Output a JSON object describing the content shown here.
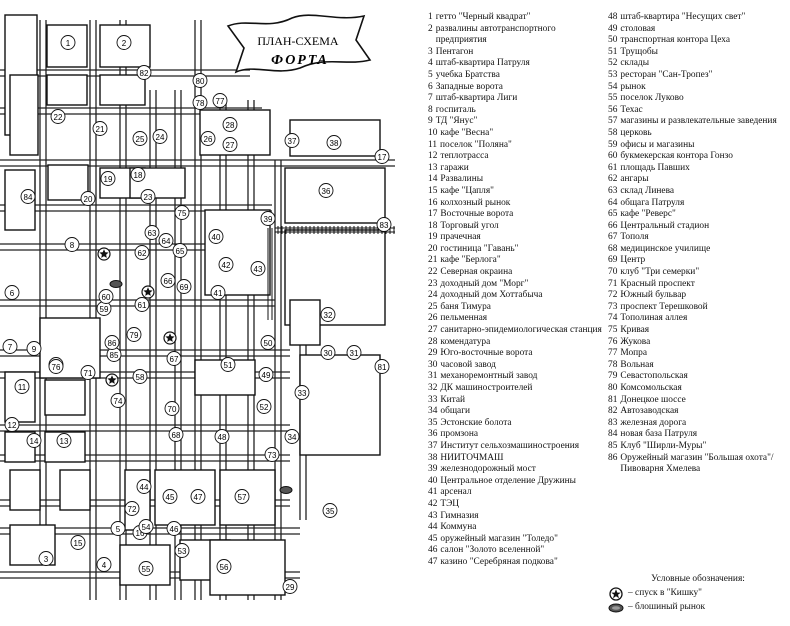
{
  "title": {
    "line1": "ПЛАН-СХЕМА",
    "line2": "ФОРТА"
  },
  "legend_col1": [
    {
      "num": "1",
      "text": "гетто \"Черный квадрат\""
    },
    {
      "num": "2",
      "text": "развалины автотранспортного предприятия"
    },
    {
      "num": "3",
      "text": "Пентагон"
    },
    {
      "num": "4",
      "text": "штаб-квартира Патруля"
    },
    {
      "num": "5",
      "text": "учебка Братства"
    },
    {
      "num": "6",
      "text": "Западные ворота"
    },
    {
      "num": "7",
      "text": "штаб-квартира Лиги"
    },
    {
      "num": "8",
      "text": "госпиталь"
    },
    {
      "num": "9",
      "text": "ТД \"Янус\""
    },
    {
      "num": "10",
      "text": "кафе \"Весна\""
    },
    {
      "num": "11",
      "text": "поселок \"Поляна\""
    },
    {
      "num": "12",
      "text": "теплотрасса"
    },
    {
      "num": "13",
      "text": "гаражи"
    },
    {
      "num": "14",
      "text": "Развалины"
    },
    {
      "num": "15",
      "text": "кафе \"Цапля\""
    },
    {
      "num": "16",
      "text": "колхозный рынок"
    },
    {
      "num": "17",
      "text": "Восточные ворота"
    },
    {
      "num": "18",
      "text": "Торговый угол"
    },
    {
      "num": "19",
      "text": "прачечная"
    },
    {
      "num": "20",
      "text": "гостиница \"Гавань\""
    },
    {
      "num": "21",
      "text": "кафе \"Берлога\""
    },
    {
      "num": "22",
      "text": "Северная окраина"
    },
    {
      "num": "23",
      "text": "доходный дом \"Морг\""
    },
    {
      "num": "24",
      "text": "доходный дом Хоттабыча"
    },
    {
      "num": "25",
      "text": "баня Тимура"
    },
    {
      "num": "26",
      "text": "пельменная"
    },
    {
      "num": "27",
      "text": "санитарно-эпидемиологическая станция"
    },
    {
      "num": "28",
      "text": "комендатура"
    },
    {
      "num": "29",
      "text": "Юго-восточные ворота"
    },
    {
      "num": "30",
      "text": "часовой завод"
    },
    {
      "num": "31",
      "text": "механоремонтный завод"
    },
    {
      "num": "32",
      "text": "ДК машиностроителей"
    },
    {
      "num": "33",
      "text": "Китай"
    },
    {
      "num": "34",
      "text": "общаги"
    },
    {
      "num": "35",
      "text": "Эстонские болота"
    },
    {
      "num": "36",
      "text": "промзона"
    },
    {
      "num": "37",
      "text": "Институт сельхозмашиностроения"
    },
    {
      "num": "38",
      "text": "НИИТОЧМАШ"
    },
    {
      "num": "39",
      "text": "железнодорожный мост"
    },
    {
      "num": "40",
      "text": "Центральное отделение Дружины"
    },
    {
      "num": "41",
      "text": "арсенал"
    },
    {
      "num": "42",
      "text": "ТЭЦ"
    },
    {
      "num": "43",
      "text": "Гимназия"
    },
    {
      "num": "44",
      "text": "Коммуна"
    },
    {
      "num": "45",
      "text": "оружейный магазин \"Толедо\""
    },
    {
      "num": "46",
      "text": "салон \"Золото вселенной\""
    },
    {
      "num": "47",
      "text": "казино \"Серебряная подкова\""
    }
  ],
  "legend_col2": [
    {
      "num": "48",
      "text": "штаб-квартира \"Несущих свет\""
    },
    {
      "num": "49",
      "text": "столовая"
    },
    {
      "num": "50",
      "text": "транспортная контора Цеха"
    },
    {
      "num": "51",
      "text": "Трущобы"
    },
    {
      "num": "52",
      "text": "склады"
    },
    {
      "num": "53",
      "text": "ресторан \"Сан-Тропез\""
    },
    {
      "num": "54",
      "text": "рынок"
    },
    {
      "num": "55",
      "text": "поселок Луково"
    },
    {
      "num": "56",
      "text": "Техас"
    },
    {
      "num": "57",
      "text": "магазины и развлекательные заведения"
    },
    {
      "num": "58",
      "text": "церковь"
    },
    {
      "num": "59",
      "text": "офисы и магазины"
    },
    {
      "num": "60",
      "text": "букмекерская контора Гонзо"
    },
    {
      "num": "61",
      "text": "площадь Павших"
    },
    {
      "num": "62",
      "text": "ангары"
    },
    {
      "num": "63",
      "text": "склад Линева"
    },
    {
      "num": "64",
      "text": "общага Патруля"
    },
    {
      "num": "65",
      "text": "кафе \"Реверс\""
    },
    {
      "num": "66",
      "text": "Центральный стадион"
    },
    {
      "num": "67",
      "text": "Тополя"
    },
    {
      "num": "68",
      "text": "медицинское училище"
    },
    {
      "num": "69",
      "text": "Центр"
    },
    {
      "num": "70",
      "text": "клуб \"Три семерки\""
    },
    {
      "num": "71",
      "text": "Красный проспект"
    },
    {
      "num": "72",
      "text": "Южный бульвар"
    },
    {
      "num": "73",
      "text": "проспект Терешковой"
    },
    {
      "num": "74",
      "text": "Тополиная аллея"
    },
    {
      "num": "75",
      "text": "Кривая"
    },
    {
      "num": "76",
      "text": "Жукова"
    },
    {
      "num": "77",
      "text": "Мопра"
    },
    {
      "num": "78",
      "text": "Вольная"
    },
    {
      "num": "79",
      "text": "Севастопольская"
    },
    {
      "num": "80",
      "text": "Комсомольская"
    },
    {
      "num": "81",
      "text": "Донецкое шоссе"
    },
    {
      "num": "82",
      "text": "Автозаводская"
    },
    {
      "num": "83",
      "text": "железная дорога"
    },
    {
      "num": "84",
      "text": "новая база Патруля"
    },
    {
      "num": "85",
      "text": "Клуб \"Ширли-Муры\""
    },
    {
      "num": "86",
      "text": "Оружейный магазин \"Большая охота\"/ Пивоварня Хмелева"
    }
  ],
  "symbols": {
    "heading": "Условные обозначения:",
    "items": [
      {
        "icon": "star-circle-icon",
        "text": "– спуск в \"Кишку\""
      },
      {
        "icon": "flea-market-icon",
        "text": "– блошиный рынок"
      }
    ]
  },
  "map_labels": [
    "1",
    "2",
    "3",
    "4",
    "5",
    "6",
    "7",
    "8",
    "9",
    "10",
    "11",
    "12",
    "13",
    "14",
    "15",
    "16",
    "17",
    "18",
    "19",
    "20",
    "21",
    "22",
    "23",
    "24",
    "25",
    "26",
    "27",
    "28",
    "29",
    "30",
    "31",
    "32",
    "33",
    "34",
    "35",
    "36",
    "37",
    "38",
    "39",
    "40",
    "41",
    "42",
    "43",
    "44",
    "45",
    "46",
    "47",
    "48",
    "49",
    "50",
    "51",
    "52",
    "53",
    "54",
    "55",
    "56",
    "57",
    "58",
    "59",
    "60",
    "61",
    "62",
    "63",
    "64",
    "65",
    "66",
    "67",
    "68",
    "69",
    "70",
    "71",
    "72",
    "73",
    "74",
    "75",
    "76",
    "77",
    "78",
    "79",
    "80",
    "81",
    "82",
    "83",
    "84",
    "85",
    "86"
  ]
}
